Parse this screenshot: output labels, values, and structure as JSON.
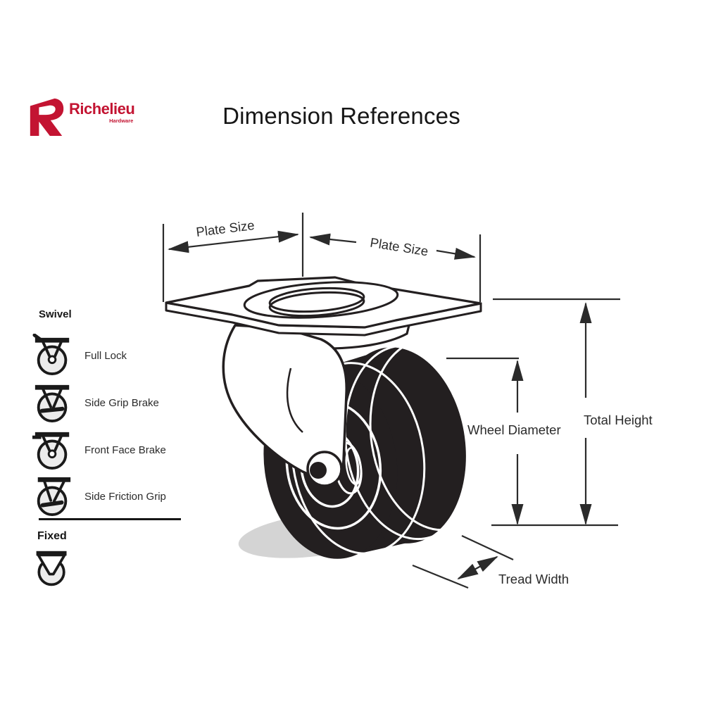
{
  "logo": {
    "brand": "Richelieu",
    "sub": "Hardware"
  },
  "title": "Dimension References",
  "sidebar": {
    "swivel_header": "Swivel",
    "swivel_items": [
      {
        "label": "Full Lock",
        "icon": "caster-full-lock-icon"
      },
      {
        "label": "Side Grip Brake",
        "icon": "caster-side-grip-brake-icon"
      },
      {
        "label": "Front Face Brake",
        "icon": "caster-front-face-brake-icon"
      },
      {
        "label": "Side Friction Grip",
        "icon": "caster-side-friction-grip-icon"
      }
    ],
    "fixed_header": "Fixed",
    "fixed_item": {
      "icon": "caster-fixed-icon"
    }
  },
  "diagram": {
    "subject": "swivel plate caster",
    "labels": {
      "plate_size_left": "Plate Size",
      "plate_size_right": "Plate Size",
      "wheel_diameter": "Wheel Diameter",
      "total_height": "Total Height",
      "tread_width": "Tread Width"
    }
  },
  "colors": {
    "brand_red": "#c31432",
    "line_art": "#231f20",
    "dimension_lines": "#2b2b2b",
    "shadow": "#d4d4d4",
    "icon_wheel_fill": "#ececec"
  }
}
